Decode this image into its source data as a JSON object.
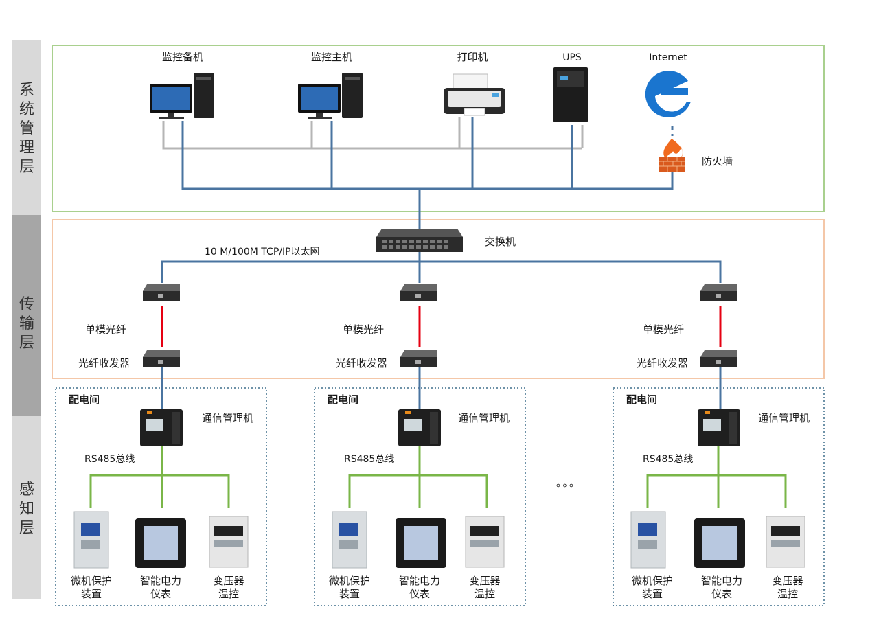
{
  "layers": {
    "system": "系统管理层",
    "transmission": "传输层",
    "perception": "感知层"
  },
  "system": {
    "backup_host": "监控备机",
    "main_host": "监控主机",
    "printer": "打印机",
    "ups": "UPS",
    "internet": "Internet",
    "firewall": "防火墙"
  },
  "transport": {
    "switch": "交换机",
    "ethernet": "10 M/100M TCP/IP以太网",
    "fiber": "单模光纤",
    "transceiver": "光纤收发器"
  },
  "rooms": [
    {
      "title": "配电间",
      "comm": "通信管理机",
      "bus": "RS485总线",
      "devices": [
        {
          "l1": "微机保护",
          "l2": "装置"
        },
        {
          "l1": "智能电力",
          "l2": "仪表"
        },
        {
          "l1": "变压器",
          "l2": "温控"
        }
      ]
    },
    {
      "title": "配电间",
      "comm": "通信管理机",
      "bus": "RS485总线",
      "devices": [
        {
          "l1": "微机保护",
          "l2": "装置"
        },
        {
          "l1": "智能电力",
          "l2": "仪表"
        },
        {
          "l1": "变压器",
          "l2": "温控"
        }
      ]
    },
    {
      "title": "配电间",
      "comm": "通信管理机",
      "bus": "RS485总线",
      "devices": [
        {
          "l1": "微机保护",
          "l2": "装置"
        },
        {
          "l1": "智能电力",
          "l2": "仪表"
        },
        {
          "l1": "变压器",
          "l2": "温控"
        }
      ]
    }
  ],
  "ellipsis": "。。。",
  "colors": {
    "network_line": "#4a74a0",
    "power_line": "#b5b5b5",
    "fiber_line": "#e60012",
    "rs485_line": "#7ab648",
    "system_border": "#a9d08e",
    "transport_border": "#f4c7a8",
    "room_border": "#3f6e8c"
  }
}
